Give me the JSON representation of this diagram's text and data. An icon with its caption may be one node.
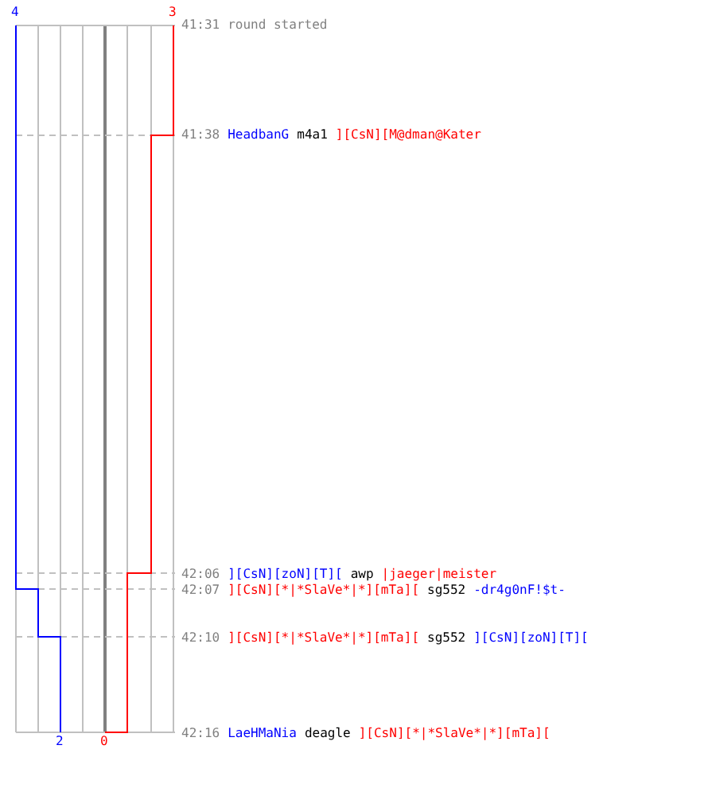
{
  "diagram": {
    "labels": [
      "4",
      "3",
      "41:31",
      "round started",
      "41:38",
      "HeadbanG",
      "m4a1",
      "][CsN][M@dman@Kater",
      "42:06",
      "][CsN][zoN][T][",
      "awp",
      "|jaeger|meister",
      "42:07",
      "][CsN][*|*SlaVe*|*][mTa][",
      "sg552",
      "-dr4g0nF!$t-",
      "42:10",
      "][CsN][*|*SlaVe*|*][mTa][",
      "sg552",
      "][CsN][zoN][T][",
      "42:16",
      "LaeHMaNia",
      "deagle",
      "][CsN][*|*SlaVe*|*][mTa][",
      "2",
      "0"
    ]
  }
}
